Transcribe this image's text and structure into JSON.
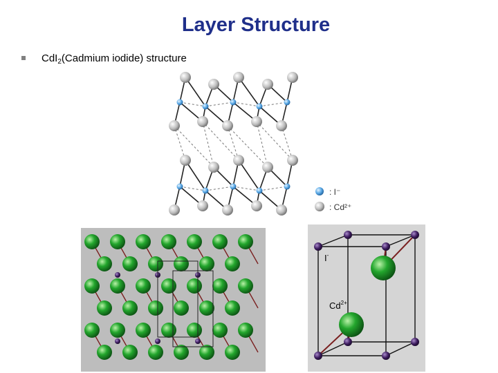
{
  "slide": {
    "title": "Layer Structure",
    "bullet": {
      "prefix": "CdI",
      "subscript": "2",
      "suffix": "(Cadmium iodide) structure"
    }
  },
  "figures": {
    "legend": {
      "items": [
        {
          "text": ": I⁻",
          "color": "#5aa9e6"
        },
        {
          "text": ": Cd²⁺",
          "color": "#c8c8c8"
        }
      ]
    },
    "unit_cell": {
      "label_anion": "I",
      "label_anion_charge": "-",
      "label_cation": "Cd",
      "label_cation_charge": "2+"
    }
  },
  "colors": {
    "title": "#1f2f8a",
    "green_atom": "#1f9a2a",
    "purple_atom": "#3a1a5c",
    "blue_atom": "#5aa9e6",
    "grey_atom": "#c8c8c8"
  }
}
